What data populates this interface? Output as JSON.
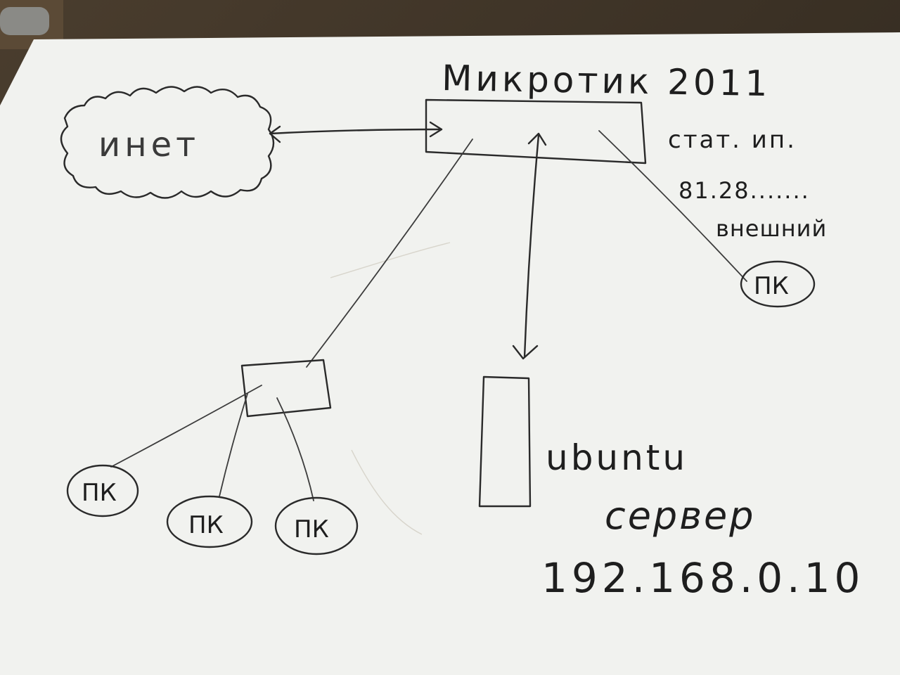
{
  "router": {
    "title": "Микротик 2011",
    "ip_label": "стат. ип.",
    "ip_value": "81.28.......",
    "ip_note": "внешний"
  },
  "internet": {
    "label": "инет"
  },
  "server": {
    "os_label": "ubuntu",
    "role_label": "сервер",
    "ip": "192.168.0.10"
  },
  "pcs": {
    "direct": "ПК",
    "pc1": "ПК",
    "pc2": "ПК",
    "pc3": "ПК"
  }
}
